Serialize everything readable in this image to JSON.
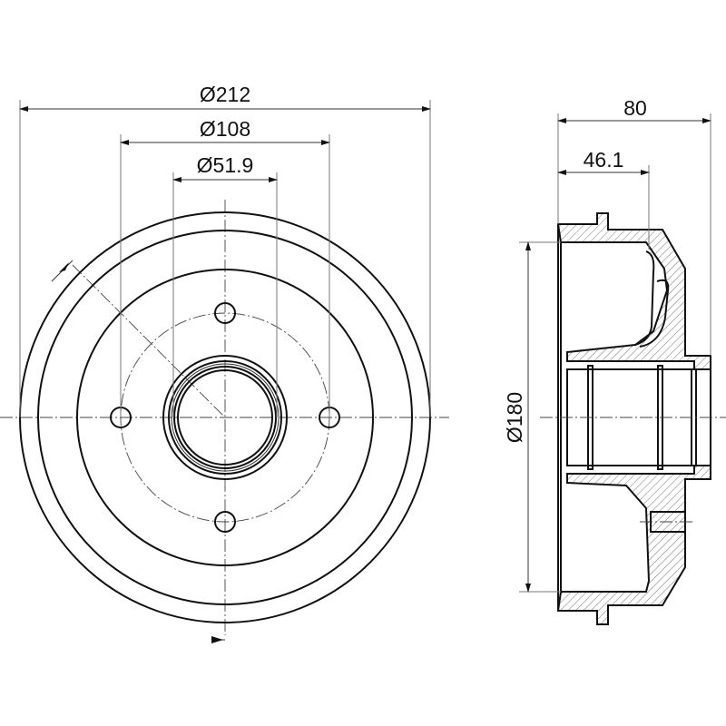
{
  "front_view": {
    "dim_outer_diameter": "Ø212",
    "dim_bolt_circle": "Ø108",
    "dim_center_bore": "Ø51.9"
  },
  "side_view": {
    "dim_total_height": "80",
    "dim_offset": "46.1",
    "dim_braking_diameter": "Ø180"
  }
}
